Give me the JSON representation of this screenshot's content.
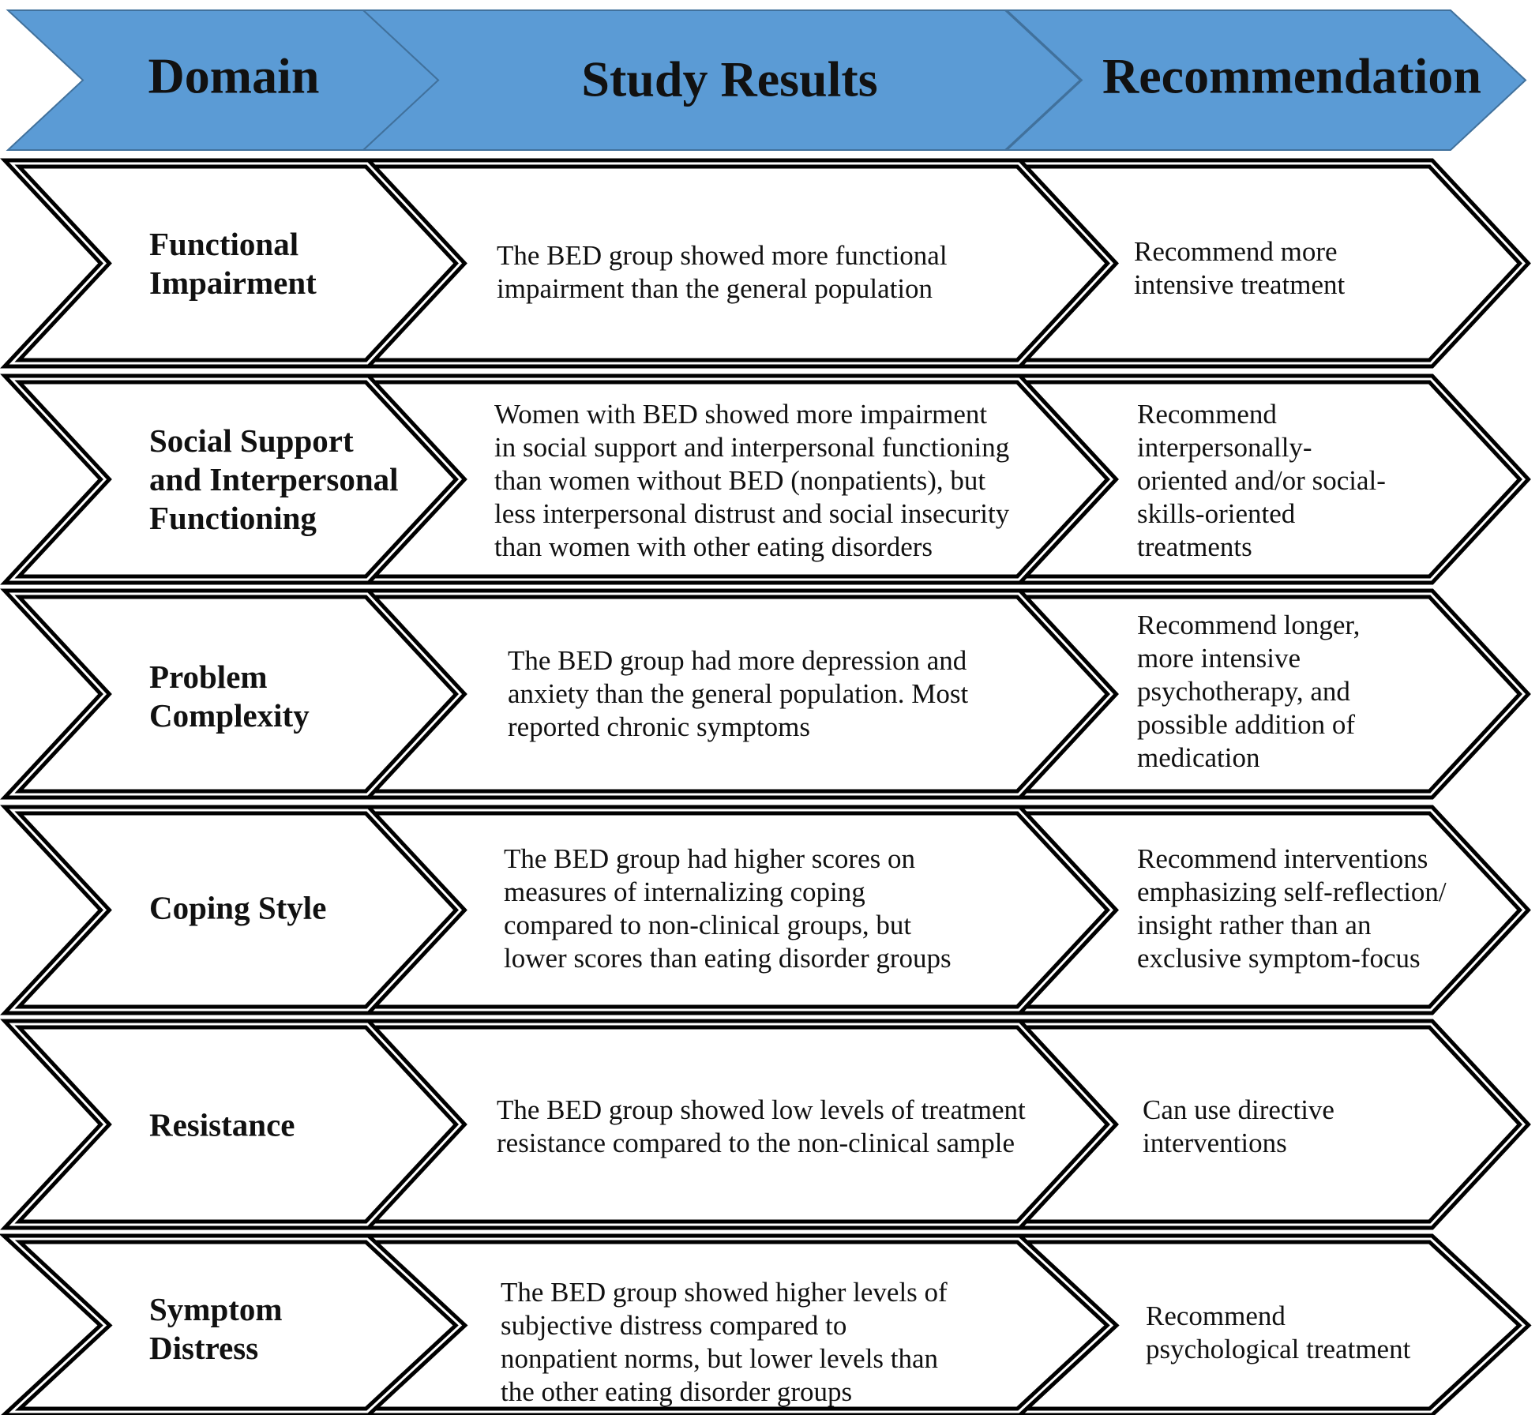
{
  "colors": {
    "header_fill": "#5b9bd5",
    "header_stroke": "#41719c",
    "row_fill": "#ffffff",
    "row_stroke": "#000000"
  },
  "headers": {
    "domain": "Domain",
    "results": "Study Results",
    "recommendation": "Recommendation"
  },
  "rows": [
    {
      "domain": "Functional\nImpairment",
      "results": "The BED group showed more functional\nimpairment than the general population",
      "recommendation": "Recommend more\nintensive treatment"
    },
    {
      "domain": "Social Support\nand Interpersonal\nFunctioning",
      "results": "Women with BED showed more impairment\nin social support and interpersonal functioning\nthan women without BED (nonpatients), but\nless interpersonal distrust and social insecurity\nthan women with other eating disorders",
      "recommendation": "Recommend\ninterpersonally-\noriented and/or social-\nskills-oriented\ntreatments"
    },
    {
      "domain": "Problem\nComplexity",
      "results": "The BED group had more depression and\nanxiety than the general population. Most\nreported chronic symptoms",
      "recommendation": "Recommend longer,\nmore intensive\npsychotherapy, and\npossible addition of\nmedication"
    },
    {
      "domain": "Coping Style",
      "results": "The BED group had higher scores on\nmeasures of internalizing coping\ncompared to non-clinical groups, but\nlower scores than eating disorder groups",
      "recommendation": "Recommend interventions\nemphasizing self-reflection/\ninsight rather than an\nexclusive symptom-focus"
    },
    {
      "domain": "Resistance",
      "results": "The BED group showed low levels of treatment\nresistance compared to the non-clinical sample",
      "recommendation": "Can use directive\ninterventions"
    },
    {
      "domain": "Symptom\nDistress",
      "results": "The BED group showed higher levels of\nsubjective distress compared to\nnonpatient norms, but lower levels than\nthe other eating disorder groups",
      "recommendation": "Recommend\npsychological treatment"
    }
  ]
}
